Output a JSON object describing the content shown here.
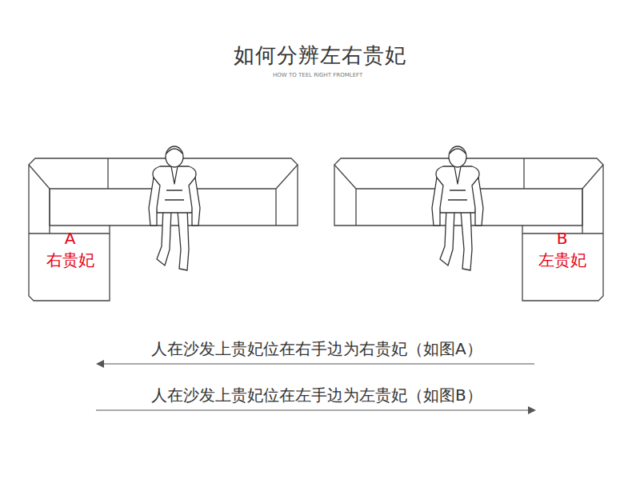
{
  "diagram": {
    "title": "如何分辨左右贵妃",
    "nodes": [
      {
        "text": [
          "A",
          "右贵妃"
        ]
      },
      {
        "text": [
          "B",
          "左贵妃"
        ]
      }
    ],
    "labels": [
      "HOW TO TEEL RIGHT FROMLEFT",
      "人在沙发上贵妃位在右手边为右贵妃（如图A）",
      "人在沙发上贵妃位在左手边为左贵妃（如图B）"
    ]
  }
}
